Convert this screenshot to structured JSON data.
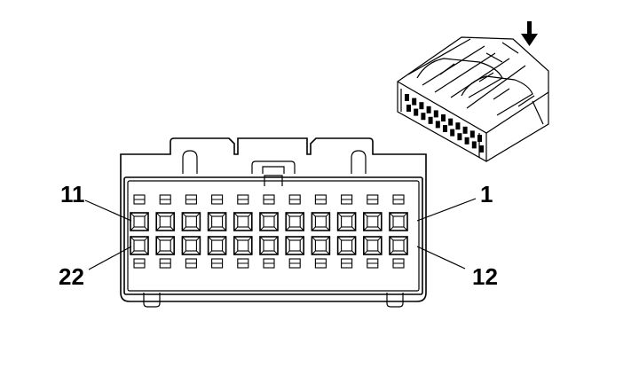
{
  "diagram": {
    "pin_rows": 2,
    "pins_per_row": 11,
    "labels": {
      "top_left": "11",
      "top_right": "1",
      "bottom_left": "22",
      "bottom_right": "12"
    },
    "view_arrow_icon": "down-arrow-icon",
    "colors": {
      "stroke": "#000000",
      "background": "#ffffff"
    }
  }
}
